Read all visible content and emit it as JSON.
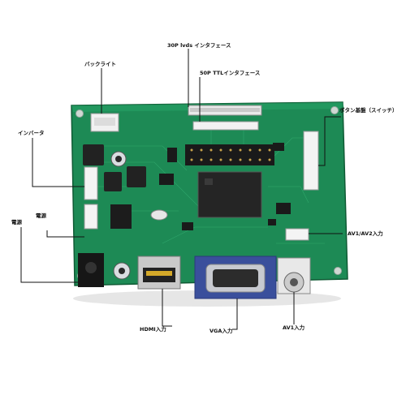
{
  "labels": {
    "lvds30": "30P lvds インタフェース",
    "ttl50": "50P TTLインタフェース",
    "backlight": "バックライト",
    "inverter": "インバータ",
    "power1": "電源",
    "power2": "電源",
    "button_board": "ボタン基盤（スイッチ）",
    "av_inputs": "AV1/AV2入力",
    "hdmi_input": "HDMI入力",
    "vga_input": "VGA入力",
    "av1_input": "AV1入力"
  }
}
